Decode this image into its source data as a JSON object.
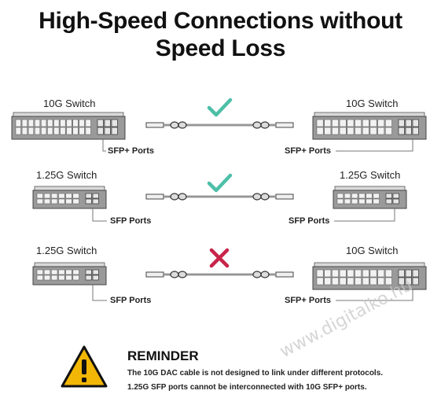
{
  "title": {
    "line1": "High-Speed Connections without",
    "line2": "Speed Loss"
  },
  "rows": [
    {
      "left_switch": "10G Switch",
      "left_ports": "SFP+ Ports",
      "right_switch": "10G Switch",
      "right_ports": "SFP+ Ports",
      "status": "check",
      "status_color": "#4dbfa8"
    },
    {
      "left_switch": "1.25G Switch",
      "left_ports": "SFP Ports",
      "right_switch": "1.25G Switch",
      "right_ports": "SFP Ports",
      "status": "check",
      "status_color": "#4dbfa8"
    },
    {
      "left_switch": "1.25G Switch",
      "left_ports": "SFP Ports",
      "right_switch": "10G Switch",
      "right_ports": "SFP+ Ports",
      "status": "cross",
      "status_color": "#c8244a"
    }
  ],
  "reminder": {
    "icon": "warning-icon",
    "icon_color": "#f2b705",
    "title": "REMINDER",
    "line1": "The 10G DAC cable is not designed to link under different protocols.",
    "line2": "1.25G SFP ports cannot be interconnected with 10G SFP+ ports."
  },
  "watermark": "www.digitalko.hu"
}
